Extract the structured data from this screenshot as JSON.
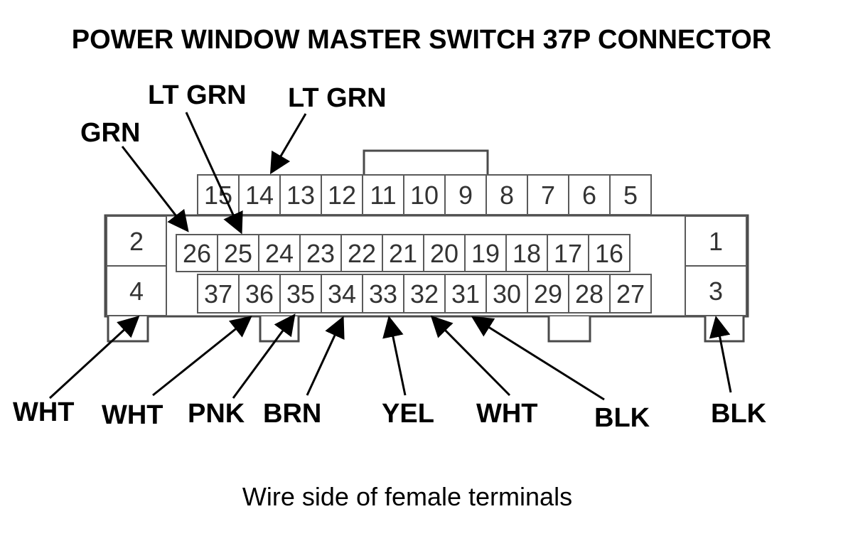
{
  "title": "POWER WINDOW MASTER SWITCH 37P CONNECTOR",
  "caption": "Wire side of female terminals",
  "colors": {
    "ink": "#000000",
    "outline": "#4a4a4a",
    "cell": "#ffffff"
  },
  "rows": {
    "top": [
      "15",
      "14",
      "13",
      "12",
      "11",
      "10",
      "9",
      "8",
      "7",
      "6",
      "5"
    ],
    "middle": [
      "26",
      "25",
      "24",
      "23",
      "22",
      "21",
      "20",
      "19",
      "18",
      "17",
      "16"
    ],
    "bottom": [
      "37",
      "36",
      "35",
      "34",
      "33",
      "32",
      "31",
      "30",
      "29",
      "28",
      "27"
    ],
    "left": [
      "2",
      "4"
    ],
    "right": [
      "1",
      "3"
    ]
  },
  "wires": [
    {
      "label": "GRN",
      "pin": "26"
    },
    {
      "label": "LT GRN",
      "pin": "25"
    },
    {
      "label": "LT GRN",
      "pin": "14"
    },
    {
      "label": "WHT",
      "pin": "4"
    },
    {
      "label": "WHT",
      "pin": "36"
    },
    {
      "label": "PNK",
      "pin": "35"
    },
    {
      "label": "BRN",
      "pin": "34"
    },
    {
      "label": "YEL",
      "pin": "33"
    },
    {
      "label": "WHT",
      "pin": "32"
    },
    {
      "label": "BLK",
      "pin": "31"
    },
    {
      "label": "BLK",
      "pin": "3"
    }
  ]
}
